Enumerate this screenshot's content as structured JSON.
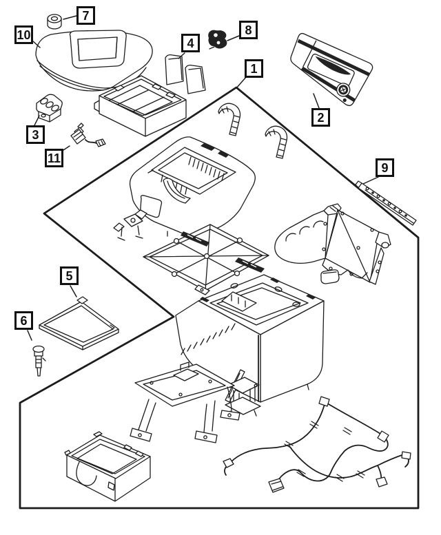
{
  "diagram": {
    "callouts": [
      {
        "number": "1"
      },
      {
        "number": "2"
      },
      {
        "number": "3"
      },
      {
        "number": "4"
      },
      {
        "number": "5"
      },
      {
        "number": "6"
      },
      {
        "number": "7"
      },
      {
        "number": "8"
      },
      {
        "number": "9"
      },
      {
        "number": "10"
      },
      {
        "number": "11"
      }
    ],
    "colors": {
      "line": "#1c1c1c",
      "background": "#ffffff",
      "callout_border": "#111111",
      "dark_fill": "#222222"
    }
  }
}
